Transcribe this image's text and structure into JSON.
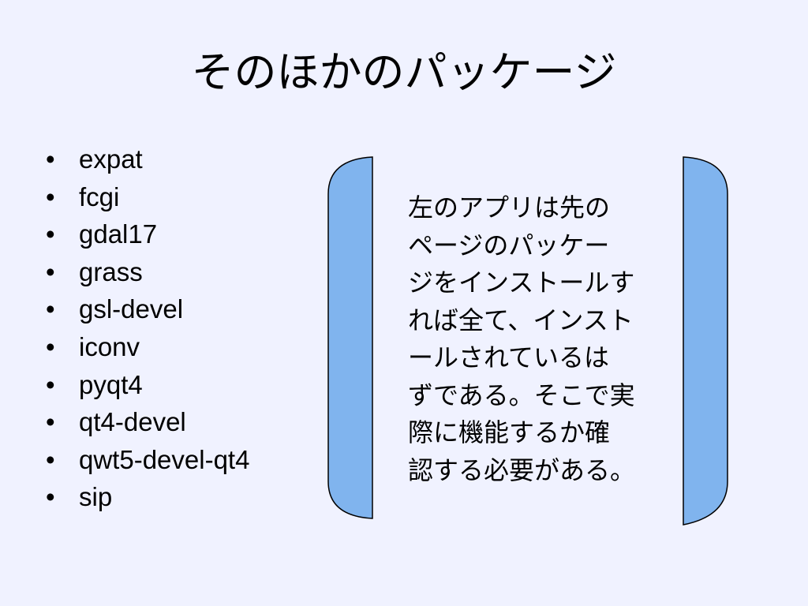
{
  "slide": {
    "title": "そのほかのパッケージ",
    "packages": [
      "expat",
      "fcgi",
      "gdal17",
      "grass",
      "gsl-devel",
      "iconv",
      "pyqt4",
      "qt4-devel",
      "qwt5-devel-qt4",
      "sip"
    ],
    "bullet_symbol": "•",
    "note": "左のアプリは先の\nページのパッケー\nジをインストールす\nれば全て、インスト\nールされているは\nずである。そこで実\n際に機能するか確\n認する必要がある。"
  },
  "colors": {
    "background": "#f0f2ff",
    "bracket_fill": "#80b4ee",
    "bracket_stroke": "#000000",
    "text": "#000000"
  }
}
